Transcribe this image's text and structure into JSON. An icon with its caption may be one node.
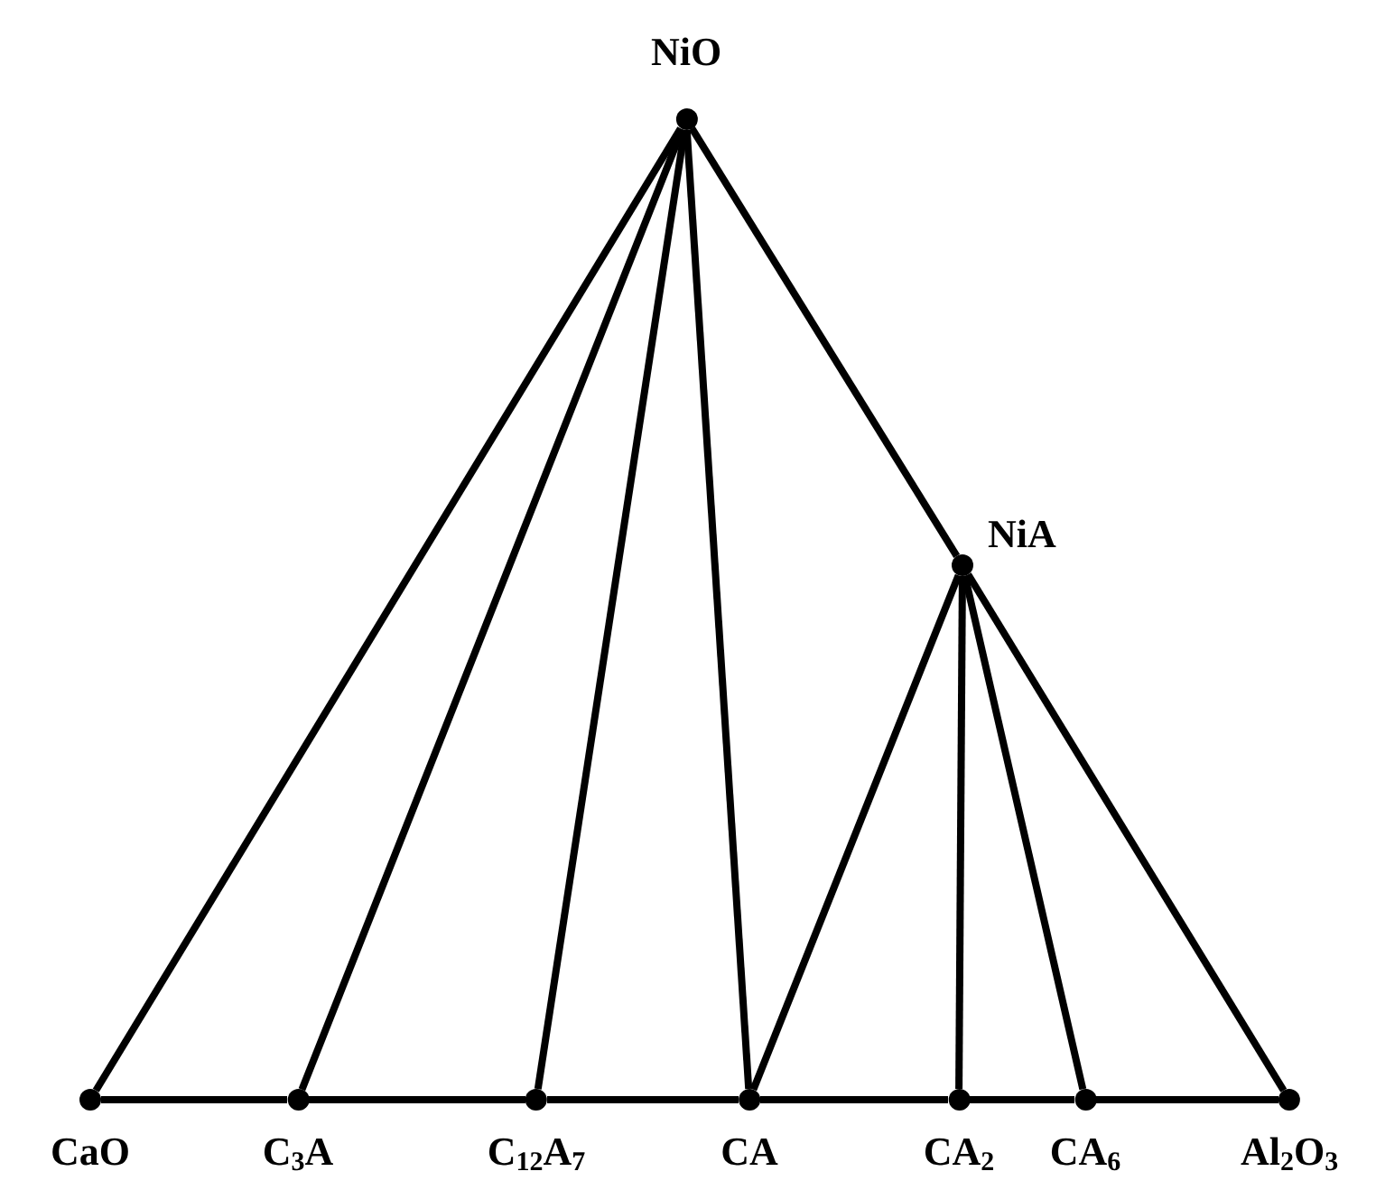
{
  "diagram": {
    "nodes": [
      {
        "text": [
          "NiO"
        ]
      },
      {
        "text": [
          "NiA"
        ]
      },
      {
        "text": [
          "CaO"
        ]
      },
      {
        "text": [
          "C$_{3}$A"
        ]
      },
      {
        "text": [
          "C$_{12}$A$_{7}$"
        ]
      },
      {
        "text": [
          "CA"
        ]
      },
      {
        "text": [
          "CA$_{2}$"
        ]
      },
      {
        "text": [
          "CA$_{6}$"
        ]
      },
      {
        "text": [
          "Al$_{2}$O$_{3}$"
        ]
      }
    ],
    "edges": [
      {
        "from": 0,
        "to": 2,
        "arrow": "none"
      },
      {
        "from": 0,
        "to": 3,
        "arrow": "none"
      },
      {
        "from": 0,
        "to": 4,
        "arrow": "none"
      },
      {
        "from": 0,
        "to": 5,
        "arrow": "none"
      },
      {
        "from": 0,
        "to": 1,
        "arrow": "none"
      },
      {
        "from": 1,
        "to": 8,
        "arrow": "none"
      },
      {
        "from": 1,
        "to": 5,
        "arrow": "none"
      },
      {
        "from": 1,
        "to": 6,
        "arrow": "none"
      },
      {
        "from": 1,
        "to": 7,
        "arrow": "none"
      },
      {
        "from": 2,
        "to": 3,
        "arrow": "none"
      },
      {
        "from": 3,
        "to": 4,
        "arrow": "none"
      },
      {
        "from": 4,
        "to": 5,
        "arrow": "none"
      },
      {
        "from": 5,
        "to": 6,
        "arrow": "none"
      },
      {
        "from": 6,
        "to": 7,
        "arrow": "none"
      },
      {
        "from": 7,
        "to": 8,
        "arrow": "none"
      }
    ]
  }
}
